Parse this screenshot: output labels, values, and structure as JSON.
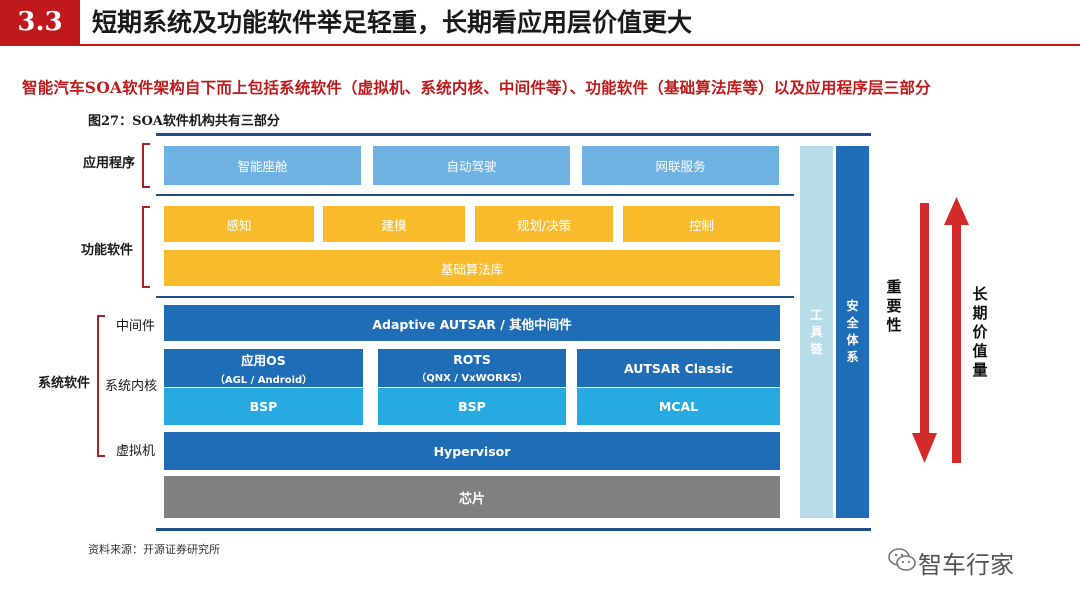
{
  "header": {
    "section_number": "3.3",
    "title": "短期系统及功能软件举足轻重，长期看应用层价值更大"
  },
  "subtitle": "智能汽车SOA软件架构自下而上包括系统软件（虚拟机、系统内核、中间件等）、功能软件（基础算法库等）以及应用程序层三部分",
  "figure_title": "图27：SOA软件机构共有三部分",
  "layers": {
    "application": {
      "label": "应用程序",
      "items": [
        "智能座舱",
        "自动驾驶",
        "网联服务"
      ]
    },
    "functional": {
      "label": "功能软件",
      "items": [
        "感知",
        "建模",
        "规划/决策",
        "控制"
      ],
      "base": "基础算法库"
    },
    "system": {
      "label": "系统软件",
      "middleware_label": "中间件",
      "kernel_label": "系统内核",
      "hypervisor_label": "虚拟机",
      "middleware": "Adaptive AUTSAR / 其他中间件",
      "kernels": [
        {
          "name": "应用OS",
          "sub": "（AGL / Android）",
          "bsp": "BSP"
        },
        {
          "name": "ROTS",
          "sub": "（QNX / VxWORKS）",
          "bsp": "BSP"
        },
        {
          "name": "AUTSAR Classic",
          "sub": "",
          "bsp": "MCAL"
        }
      ],
      "hypervisor": "Hypervisor"
    },
    "chip": "芯片"
  },
  "side_columns": {
    "toolchain": "工具链",
    "safety": "安全体系"
  },
  "arrows": {
    "importance": "重要性",
    "long_term_value": "长期价值量",
    "colors": {
      "arrow": "#d42a2a"
    }
  },
  "source": "资料来源：开源证券研究所",
  "watermark": "智车行家",
  "colors": {
    "accent_red": "#c0191b",
    "light_blue": "#6fb1e1",
    "yellow": "#f8bb2c",
    "dark_blue": "#1f6db6",
    "cyan": "#27a9e1",
    "gray": "#808080",
    "pale_blue": "#b8dce8"
  }
}
